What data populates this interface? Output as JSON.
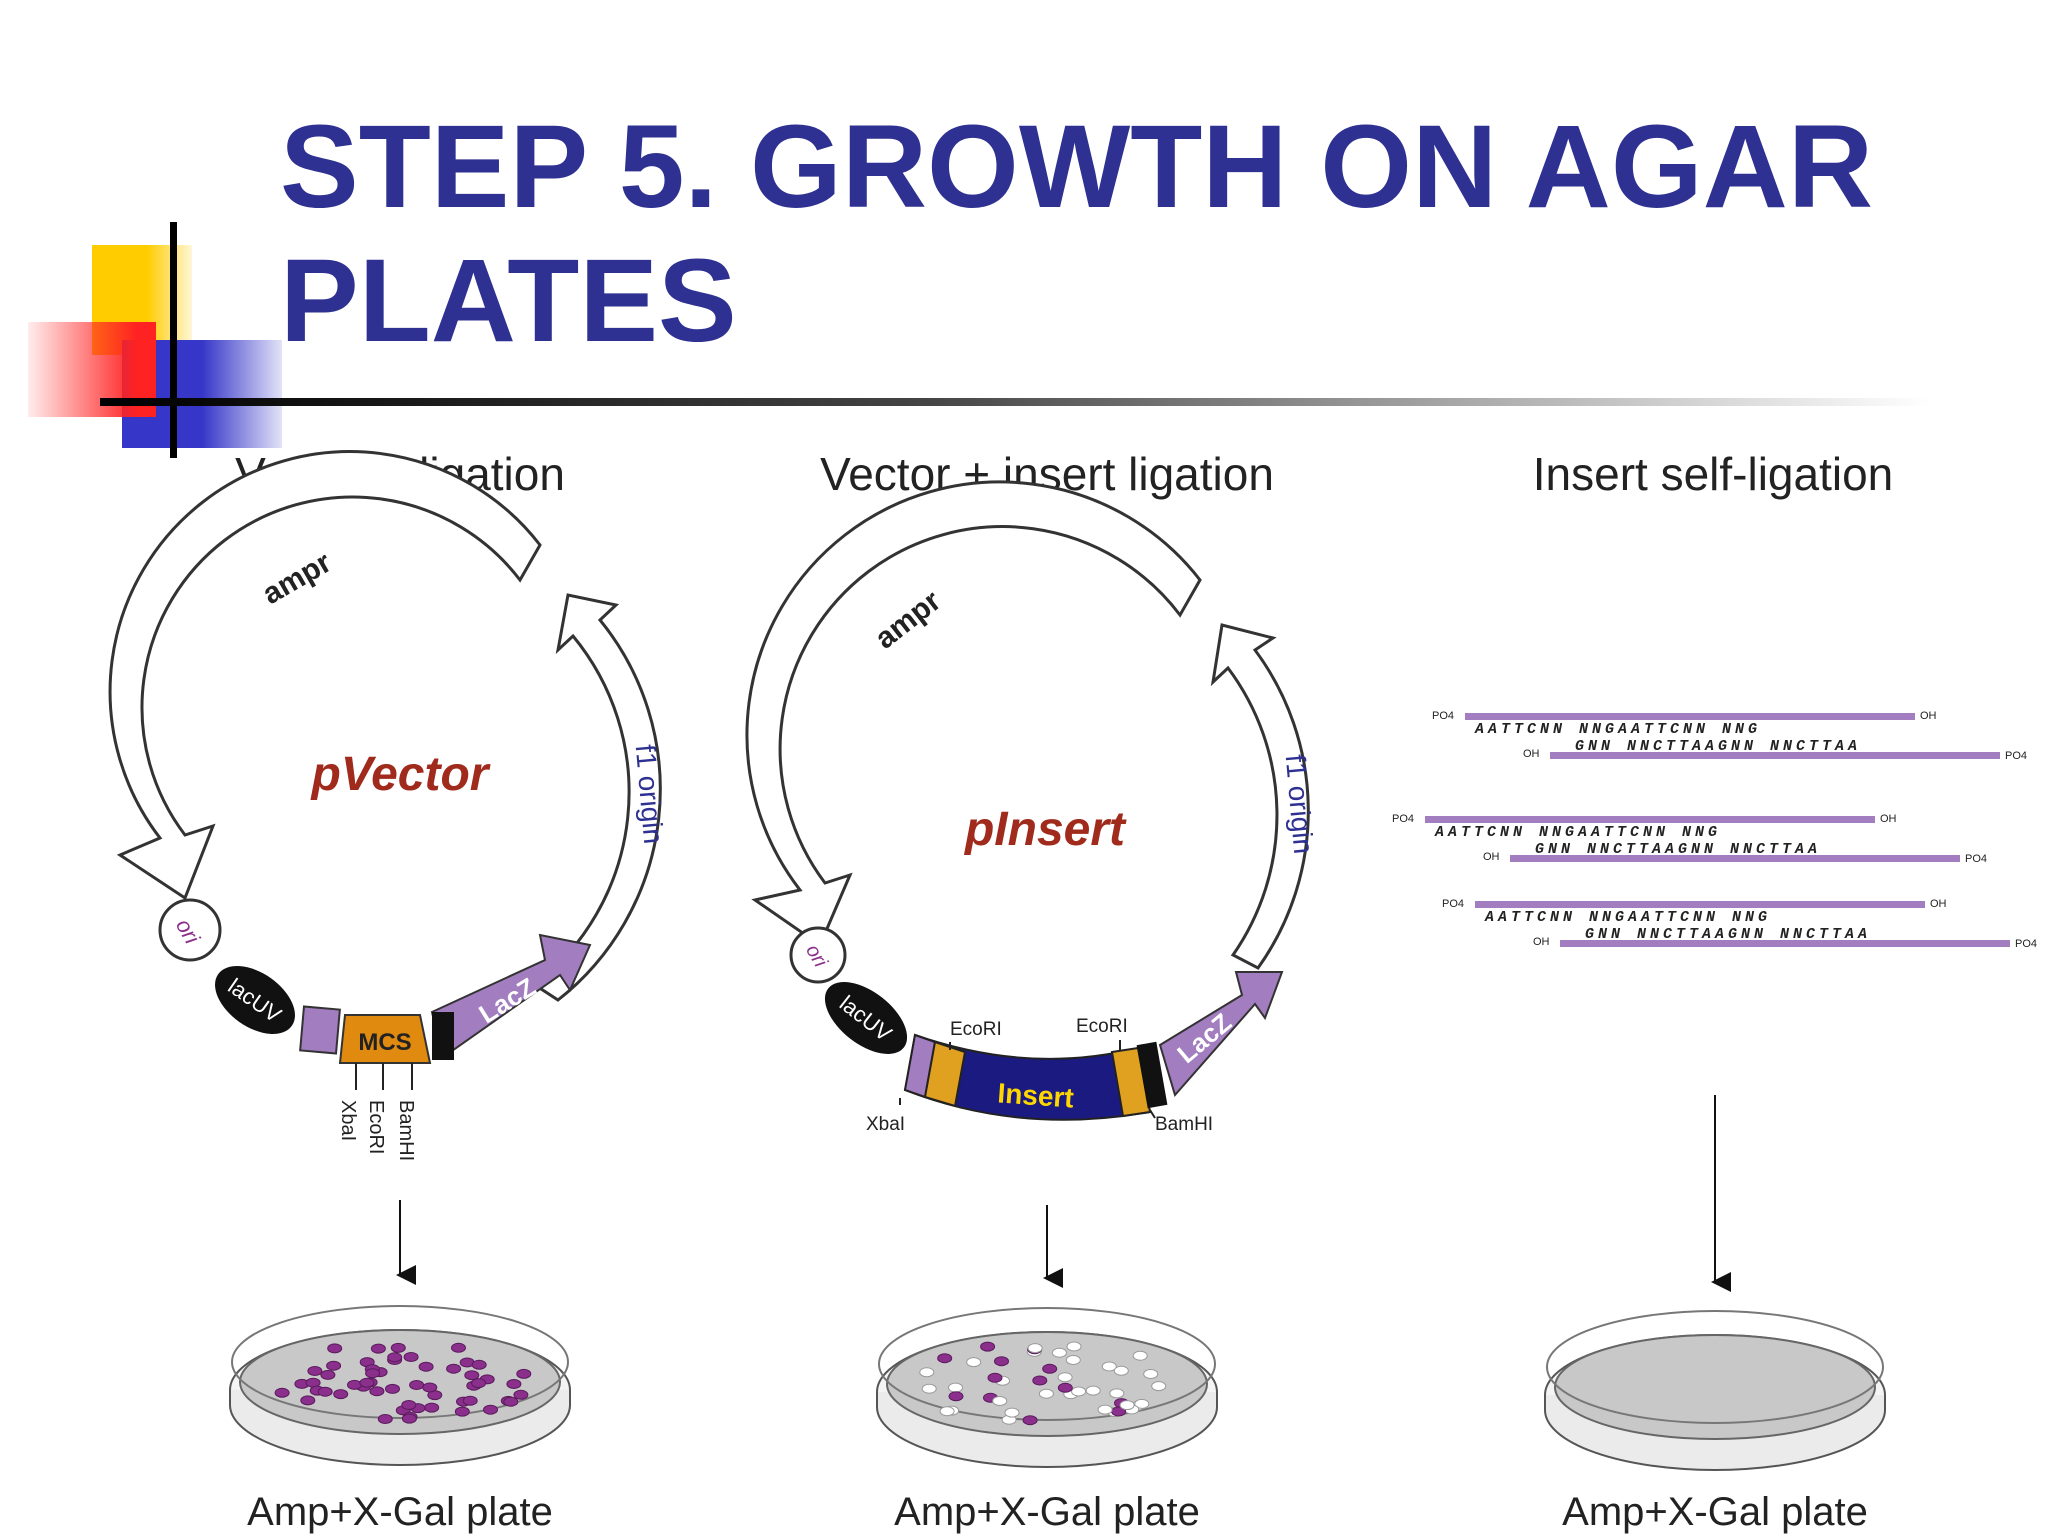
{
  "slide": {
    "title_line1": "STEP 5. GROWTH ON AGAR",
    "title_line2": "PLATES"
  },
  "colors": {
    "title": "#2e3192",
    "lacz": "#a27dbf",
    "mcs": "#e08a10",
    "insert": "#1a1a80",
    "colony_blue": "#8a2f8c",
    "plate_agar": "#c8c8c8"
  },
  "panels": [
    {
      "heading": "Vector religation",
      "plasmid_name": "pVector",
      "ampr_label": "ampr",
      "f1_label": "f1 origin",
      "ori_label": "ori",
      "lacuv_label": "lacUV",
      "mcs_label": "MCS",
      "lacz_label": "LacZ",
      "sites": [
        "XbaI",
        "EcoRI",
        "BamHI"
      ],
      "plate_caption": "Amp+X-Gal plate",
      "plate_colonies": "blue"
    },
    {
      "heading": "Vector + insert ligation",
      "plasmid_name": "pInsert",
      "ampr_label": "ampr",
      "f1_label": "f1 origin",
      "ori_label": "ori",
      "lacuv_label": "lacUV",
      "insert_label": "Insert",
      "lacz_label": "LacZ",
      "sites": [
        "XbaI",
        "EcoRI",
        "EcoRI",
        "BamHI"
      ],
      "plate_caption": "Amp+X-Gal plate",
      "plate_colonies": "mostly white, some blue"
    },
    {
      "heading": "Insert self-ligation",
      "strand_rows": [
        {
          "left_end": "PO4",
          "right_end": "OH",
          "top_seq": "AATTCNN  NNGAATTCNN  NNG",
          "bottom_left_end": "OH",
          "bottom_right_end": "PO4",
          "bottom_seq": "GNN  NNCTTAAGNN  NNCTTAA"
        },
        {
          "left_end": "PO4",
          "right_end": "OH",
          "top_seq": "AATTCNN  NNGAATTCNN  NNG",
          "bottom_left_end": "OH",
          "bottom_right_end": "PO4",
          "bottom_seq": "GNN  NNCTTAAGNN  NNCTTAA"
        },
        {
          "left_end": "PO4",
          "right_end": "OH",
          "top_seq": "AATTCNN  NNGAATTCNN  NNG",
          "bottom_left_end": "OH",
          "bottom_right_end": "PO4",
          "bottom_seq": "GNN  NNCTTAAGNN  NNCTTAA"
        }
      ],
      "plate_caption": "Amp+X-Gal plate",
      "plate_colonies": "none"
    }
  ]
}
